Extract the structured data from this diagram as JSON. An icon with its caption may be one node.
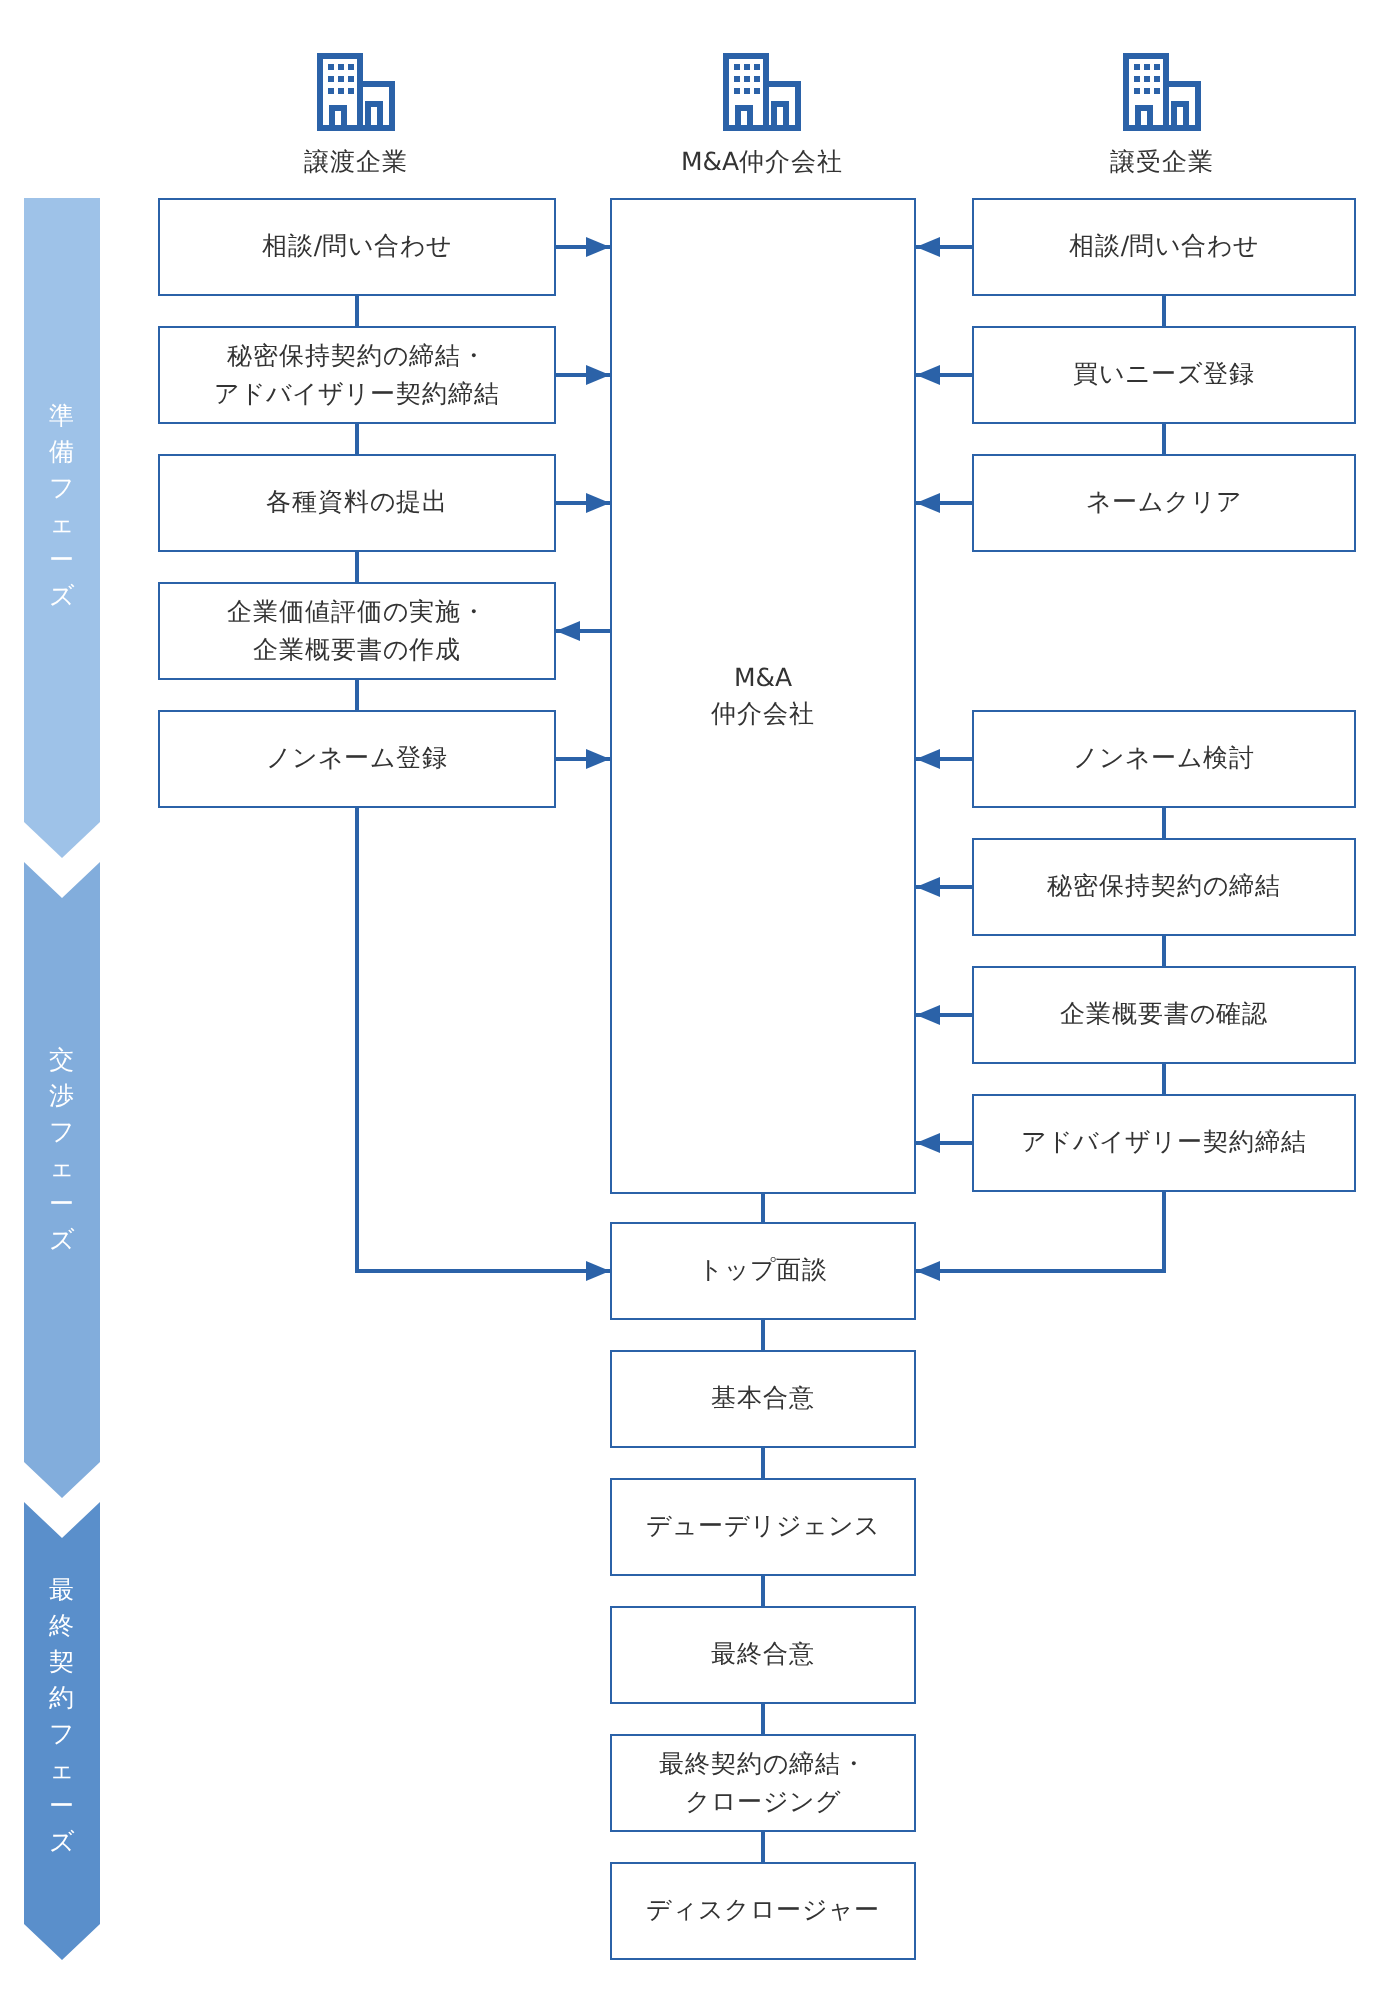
{
  "diagram": {
    "nodes": [
      {
        "text": [
          "準備フェーズ"
        ]
      },
      {
        "text": [
          "交渉フェーズ"
        ]
      },
      {
        "text": [
          "最終契約フェーズ"
        ]
      },
      {
        "text": [
          "相談/問い合わせ"
        ]
      },
      {
        "text": [
          "秘密保持契約の締結・アドバイザリー契約締結"
        ]
      },
      {
        "text": [
          "各種資料の提出"
        ]
      },
      {
        "text": [
          "企業価値評価の実施・企業概要書の作成"
        ]
      },
      {
        "text": [
          "ノンネーム登録"
        ]
      },
      {
        "text": [
          "M&A 仲介会社"
        ]
      },
      {
        "text": [
          "相談/問い合わせ"
        ]
      },
      {
        "text": [
          "買いニーズ登録"
        ]
      },
      {
        "text": [
          "ネームクリア"
        ]
      },
      {
        "text": [
          "ノンネーム検討"
        ]
      },
      {
        "text": [
          "秘密保持契約の締結"
        ]
      },
      {
        "text": [
          "企業概要書の確認"
        ]
      },
      {
        "text": [
          "アドバイザリー契約締結"
        ]
      },
      {
        "text": [
          "トップ面談"
        ]
      },
      {
        "text": [
          "基本合意"
        ]
      },
      {
        "text": [
          "デューデリジェンス"
        ]
      },
      {
        "text": [
          "最終合意"
        ]
      },
      {
        "text": [
          "最終契約の締結・クロージング"
        ]
      },
      {
        "text": [
          "ディスクロージャー"
        ]
      }
    ],
    "edges": [
      {
        "from": 3,
        "to": 8,
        "arrow": "to"
      },
      {
        "from": 4,
        "to": 8,
        "arrow": "to"
      },
      {
        "from": 5,
        "to": 8,
        "arrow": "to"
      },
      {
        "from": 8,
        "to": 6,
        "arrow": "to"
      },
      {
        "from": 7,
        "to": 8,
        "arrow": "to"
      },
      {
        "from": 9,
        "to": 8,
        "arrow": "to"
      },
      {
        "from": 10,
        "to": 8,
        "arrow": "to"
      },
      {
        "from": 11,
        "to": 8,
        "arrow": "to"
      },
      {
        "from": 12,
        "to": 8,
        "arrow": "to"
      },
      {
        "from": 13,
        "to": 8,
        "arrow": "to"
      },
      {
        "from": 14,
        "to": 8,
        "arrow": "to"
      },
      {
        "from": 15,
        "to": 8,
        "arrow": "to"
      },
      {
        "from": 3,
        "to": 4,
        "arrow": "none"
      },
      {
        "from": 4,
        "to": 5,
        "arrow": "none"
      },
      {
        "from": 5,
        "to": 6,
        "arrow": "none"
      },
      {
        "from": 6,
        "to": 7,
        "arrow": "none"
      },
      {
        "from": 9,
        "to": 10,
        "arrow": "none"
      },
      {
        "from": 10,
        "to": 11,
        "arrow": "none"
      },
      {
        "from": 12,
        "to": 13,
        "arrow": "none"
      },
      {
        "from": 13,
        "to": 14,
        "arrow": "none"
      },
      {
        "from": 14,
        "to": 15,
        "arrow": "none"
      },
      {
        "from": 7,
        "to": 16,
        "arrow": "to"
      },
      {
        "from": 15,
        "to": 16,
        "arrow": "to"
      },
      {
        "from": 8,
        "to": 16,
        "arrow": "none"
      },
      {
        "from": 16,
        "to": 17,
        "arrow": "none"
      },
      {
        "from": 17,
        "to": 18,
        "arrow": "none"
      },
      {
        "from": 18,
        "to": 19,
        "arrow": "none"
      },
      {
        "from": 19,
        "to": 20,
        "arrow": "none"
      },
      {
        "from": 20,
        "to": 21,
        "arrow": "none"
      }
    ],
    "labels": [
      "譲渡企業",
      "M&A仲介会社",
      "譲受企業"
    ]
  }
}
